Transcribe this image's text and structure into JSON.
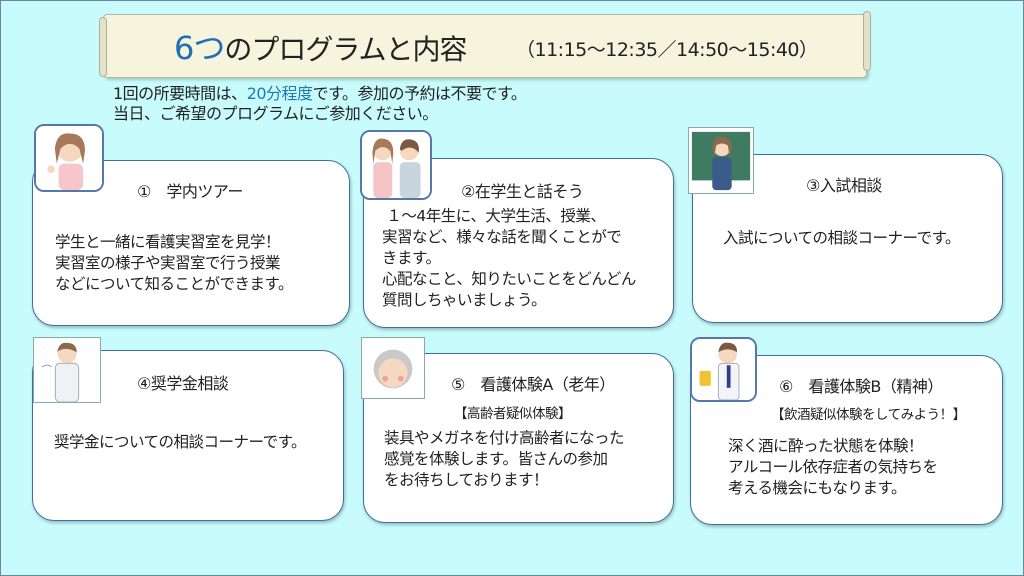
{
  "header": {
    "title_number": "6つ",
    "title_rest": "のプログラムと内容",
    "time": "（11:15～12:35／14:50～15:40）"
  },
  "intro": {
    "line1_a": "1回の所要時間は、",
    "line1_hl": "20分程度",
    "line1_b": "です。参加の予約は不要です。",
    "line2": "当日、ご希望のプログラムにご参加ください。"
  },
  "programs": [
    {
      "title": "①　学内ツアー",
      "body": "学生と一緒に看護実習室を見学！\n実習室の様子や実習室で行う授業\nなどについて知ることができます。",
      "icon": "nurse-student-icon"
    },
    {
      "title": "②在学生と話そう",
      "body": " １～4年生に、大学生活、授業、\n実習など、様々な話を聞くことがで\nきます。\n心配なこと、知りたいことをどんどん\n質問しちゃいましょう。",
      "icon": "students-talking-icon"
    },
    {
      "title": "③入試相談",
      "body": "入試についての相談コーナーです。",
      "icon": "teacher-blackboard-icon"
    },
    {
      "title": "④奨学金相談",
      "body": "奨学金についての相談コーナーです。",
      "icon": "nurse-sigh-icon"
    },
    {
      "title": "⑤　看護体験A（老年）",
      "subtitle": "【高齢者疑似体験】",
      "body": "装具やメガネを付け高齢者になった\n感覚を体験します。皆さんの参加\nをお待ちしております！",
      "icon": "elderly-woman-icon"
    },
    {
      "title": "⑥　看護体験B（精神）",
      "subtitle": "【飲酒疑似体験をしてみよう！】",
      "body": "深く酒に酔った状態を体験！\nアルコール依存症者の気持ちを\n考える機会にもなります。",
      "icon": "man-beer-icon"
    }
  ],
  "colors": {
    "background": "#c8fbfc",
    "accent": "#1e6fb5",
    "banner": "#f6f4dc"
  }
}
